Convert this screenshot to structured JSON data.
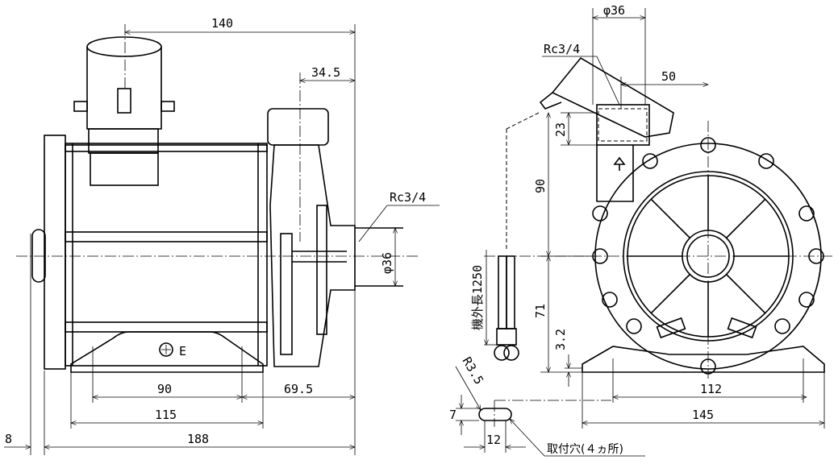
{
  "side_view": {
    "dim_overall_140": "140",
    "dim_34_5": "34.5",
    "thread_label": "Rc3/4",
    "dim_dia_36": "φ36",
    "dim_90": "90",
    "dim_69_5": "69.5",
    "dim_115": "115",
    "dim_188": "188",
    "dim_8": "8",
    "ground_mark": "E"
  },
  "front_view": {
    "dim_dia_36": "φ36",
    "thread_label": "Rc3/4",
    "dim_50": "50",
    "dim_23": "23",
    "dim_90": "90",
    "dim_71": "71",
    "dim_3_2": "3.2",
    "cable_length": "機外長1250",
    "dim_r3_5": "R3.5",
    "dim_7": "7",
    "dim_12": "12",
    "mounting_holes": "取付穴(４ヵ所)",
    "dim_112": "112",
    "dim_145": "145"
  }
}
